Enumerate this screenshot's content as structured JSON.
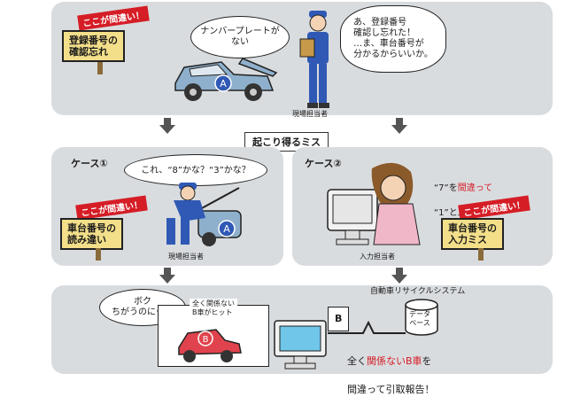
{
  "top": {
    "sign_tag": "ここが間違い！",
    "sign_text": "登録番号の\n確認忘れ",
    "bubble_car": "ナンバープレートが\nない",
    "bubble_worker": "あ、登録番号\n確認し忘れた！\n…ま、車台番号が\n分かるからいいか。",
    "car_mark": "A",
    "worker_caption": "現場担当者"
  },
  "middle": {
    "label": "起こり得るミス",
    "case1": {
      "title": "ケース①",
      "bubble": "これ、“8”かな？“3”かな？",
      "sign_tag": "ここが間違い！",
      "sign_text": "車台番号の\n読み違い",
      "car_mark": "A",
      "caption": "現場担当者"
    },
    "case2": {
      "title": "ケース②",
      "note_line1_prefix": "“7”を",
      "note_line1_red": "間違って",
      "note_line2": "“1”と入力",
      "sign_tag": "ここが間違い！",
      "sign_text": "車台番号の\n入力ミス",
      "caption": "入力担当者"
    }
  },
  "bottom": {
    "bubble_car": "ボク\nちがうのにー！",
    "hit_note": "全く関係ない\nB車がヒット",
    "car_mark": "B",
    "system_label": "自動車リサイクルシステム",
    "db_label": "データ\nベース",
    "doc_mark": "B",
    "result_line1_prefix": "全く",
    "result_line1_red": "関係ないB車",
    "result_line1_suffix": "を",
    "result_line2": "間違って引取報告！"
  },
  "colors": {
    "panel": "#d9dcdf",
    "sign": "#f3df8a",
    "tag": "#d51d26",
    "car_blue": "#8fb0cc",
    "car_red": "#e0434d",
    "worker_blue": "#2f59b5"
  }
}
